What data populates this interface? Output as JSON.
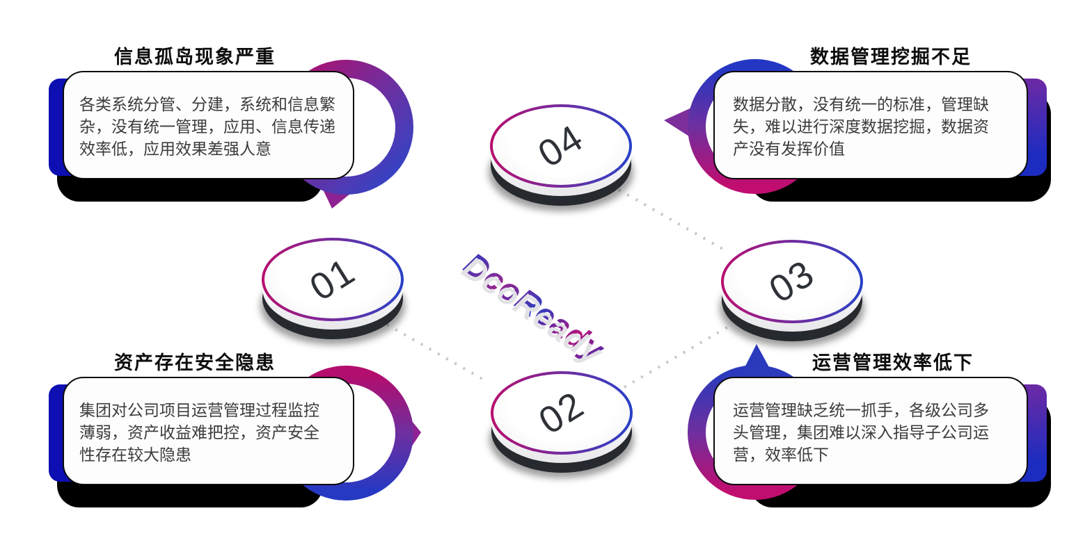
{
  "logo": {
    "text": "DcoReady"
  },
  "colors": {
    "accent_magenta": "#b80e6e",
    "accent_purple": "#712da0",
    "accent_blue": "#2741c8",
    "bar_blue": "#0d0fb2",
    "disc_base_dark": "#26292e",
    "dotted_line_gray": "#c7c7c7",
    "body_text": "#3c3c3c"
  },
  "cards": [
    {
      "id": "info-silo",
      "title": "信息孤岛现象严重",
      "body": "各类系统分管、分建，系统和信息繁\n杂，没有统一管理，应用、信息传递\n效率低，应用效果差强人意"
    },
    {
      "id": "data-mining",
      "title": "数据管理挖掘不足",
      "body": "数据分散，没有统一的标准，管理缺\n失，难以进行深度数据挖掘，数据资\n产没有发挥价值"
    },
    {
      "id": "asset-security",
      "title": "资产存在安全隐患",
      "body": "集团对公司项目运营管理过程监控\n薄弱，资产收益难把控，资产安全\n性存在较大隐患"
    },
    {
      "id": "operation-efficiency",
      "title": "运营管理效率低下",
      "body": "运营管理缺乏统一抓手，各级公司多\n头管理，集团难以深入指导子公司运\n营，效率低下"
    }
  ],
  "steps": [
    {
      "number": "01"
    },
    {
      "number": "02"
    },
    {
      "number": "03"
    },
    {
      "number": "04"
    }
  ]
}
